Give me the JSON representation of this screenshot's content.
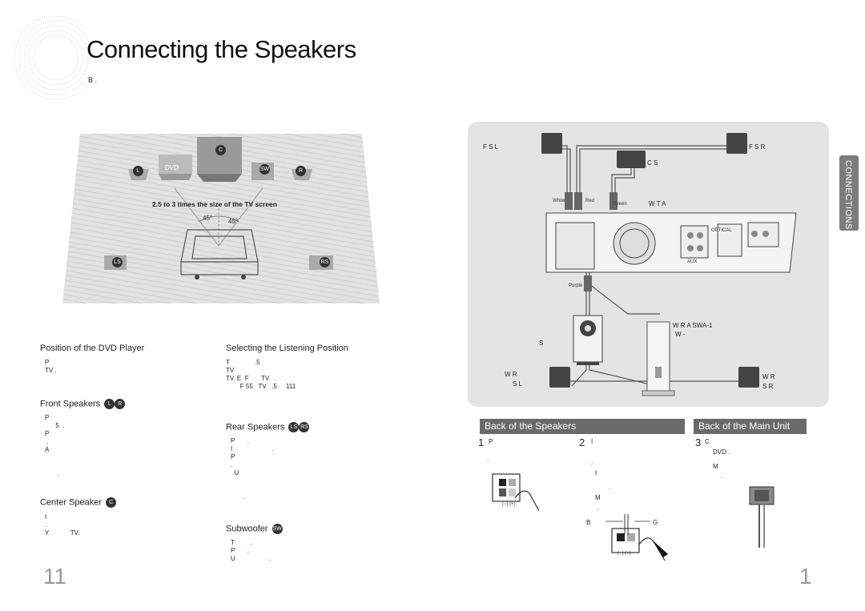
{
  "header": {
    "title": "Connecting the Speakers",
    "subtitle": "B                       ."
  },
  "room": {
    "speaker_c": "C",
    "speaker_l": "L",
    "speaker_r": "R",
    "speaker_sw": "SW",
    "speaker_ls": "LS",
    "speaker_rs": "RS",
    "dvd": "DVD",
    "distance_caption": "2.5 to 3 times the size of the TV screen",
    "angle_left": "45°",
    "angle_right": "45°"
  },
  "sections": {
    "dvd_player": {
      "heading": "Position of the DVD Player",
      "body": "P\nTV ."
    },
    "listening": {
      "heading": "Selecting the Listening Position",
      "body": "T              .5\nTV\nTV. E  F       TV   .\n        F 55   TV   .5     111"
    },
    "front": {
      "heading": "Front Speakers",
      "body": "P\n      5  .\nP\n .\nA\n\n\n       ."
    },
    "rear": {
      "heading": "Rear Speakers",
      "body": "P       .\nI                      .\nP\n.\n  U\n\n\n       ."
    },
    "center": {
      "heading": "Center Speaker",
      "body": "I\n.\nY            TV."
    },
    "subwoofer": {
      "heading": "Subwoofer",
      "body": "T         .\nP       .\nU                   ."
    }
  },
  "badges": {
    "l": "L",
    "r": "R",
    "ls": "LS",
    "rs": "RS",
    "c": "C",
    "sw": "SW"
  },
  "diagram": {
    "front_left": "F S  L",
    "front_right": "F S  R",
    "center": "C S",
    "wire_white": "White",
    "wire_red": "Red",
    "wire_green": "Green",
    "wta": "W T A",
    "wire_purple": "Purple",
    "rear_amp": "W R A   SWA-1",
    "rear_amp_sub": "W -",
    "sub_label": "S",
    "rear_left_1": "W R",
    "rear_left_2": "S  L",
    "rear_right_1": "W R",
    "rear_right_2": "S  R",
    "optical": "OPTICAL",
    "aux": "AUX"
  },
  "bars": {
    "speakers": "Back of the Speakers",
    "main_unit": "Back of the Main Unit"
  },
  "steps": {
    "s1_num": "1",
    "s1_text": "P",
    "s1_note": ".",
    "s2_num": "2",
    "s2_text": "I",
    "s2_a": ".",
    "s2_b": "I",
    "s2_c": ".",
    "s2_d": "M",
    "s2_e": ".",
    "s2_black": "B",
    "s2_grey": "G",
    "s3_num": "3",
    "s3_text": "C",
    "s3_b": "DVD .",
    "s3_c": "M",
    "s3_d": "."
  },
  "terminal_polarity": "(−)  (+)",
  "side_tab": "CONNECTIONS",
  "page_left": "11",
  "page_right": "1"
}
